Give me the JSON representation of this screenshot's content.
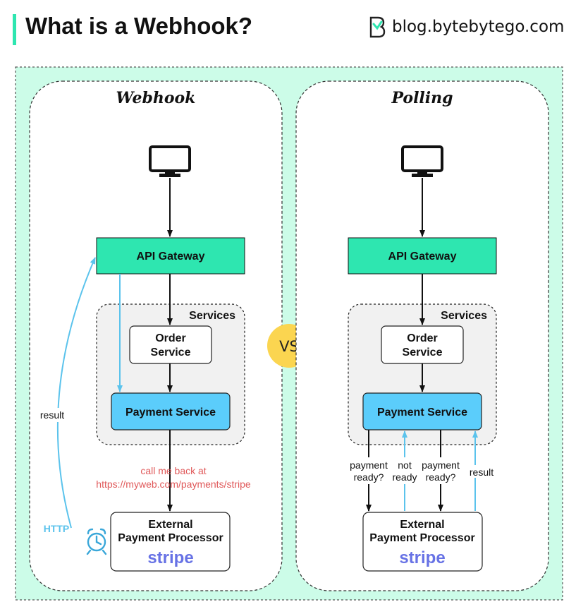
{
  "header": {
    "title": "What is a Webhook?",
    "brand": "blog.bytebytego.com",
    "brand_icon": "bytebytego-logo-icon"
  },
  "colors": {
    "accent": "#2ee6b0",
    "panel_bg": "#ccfce8",
    "gateway": "#2ee6b0",
    "payment": "#5bcdfb",
    "callback_arrow": "#5bc3ec",
    "callback_text": "#e0595a",
    "vs_badge": "#fbd550",
    "stripe": "#6772e5"
  },
  "webhook": {
    "heading": "Webhook",
    "api_gateway": "API Gateway",
    "services_label": "Services",
    "order_service_line1": "Order",
    "order_service_line2": "Service",
    "payment_service": "Payment Service",
    "callback_line1": "call me back at",
    "callback_line2": "https://myweb.com/payments/stripe",
    "result_label": "result",
    "http_label": "HTTP",
    "external_line1": "External",
    "external_line2": "Payment Processor",
    "stripe": "stripe"
  },
  "vs": "VS",
  "polling": {
    "heading": "Polling",
    "api_gateway": "API Gateway",
    "services_label": "Services",
    "order_service_line1": "Order",
    "order_service_line2": "Service",
    "payment_service": "Payment Service",
    "q1_line1": "payment",
    "q1_line2": "ready?",
    "not_ready_line1": "not",
    "not_ready_line2": "ready",
    "q2_line1": "payment",
    "q2_line2": "ready?",
    "result_label": "result",
    "external_line1": "External",
    "external_line2": "Payment Processor",
    "stripe": "stripe"
  }
}
